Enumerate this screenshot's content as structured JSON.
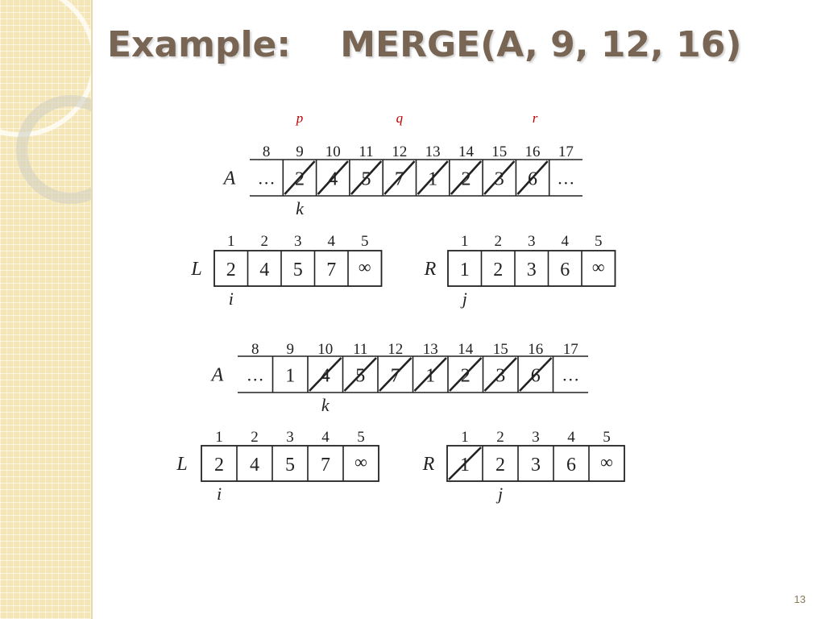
{
  "slide": {
    "title": "Example:    MERGE(A, 9, 12, 16)",
    "number": "13"
  },
  "pointers": {
    "p": "p",
    "q": "q",
    "r": "r"
  },
  "ellipsis": "…",
  "panels": [
    {
      "id": "step-1",
      "A": {
        "label": "A",
        "indices": [
          "8",
          "9",
          "10",
          "11",
          "12",
          "13",
          "14",
          "15",
          "16",
          "17"
        ],
        "values": [
          "2",
          "4",
          "5",
          "7",
          "1",
          "2",
          "3",
          "6"
        ],
        "crossed": [
          true,
          true,
          true,
          true,
          true,
          true,
          true,
          true
        ],
        "k": {
          "label": "k",
          "cell": 0
        }
      },
      "L": {
        "label": "L",
        "indices": [
          "1",
          "2",
          "3",
          "4",
          "5"
        ],
        "values": [
          "2",
          "4",
          "5",
          "7",
          "∞"
        ],
        "crossed": [
          false,
          false,
          false,
          false,
          false
        ],
        "pointer": {
          "label": "i",
          "cell": 0
        }
      },
      "R": {
        "label": "R",
        "indices": [
          "1",
          "2",
          "3",
          "4",
          "5"
        ],
        "values": [
          "1",
          "2",
          "3",
          "6",
          "∞"
        ],
        "crossed": [
          false,
          false,
          false,
          false,
          false
        ],
        "pointer": {
          "label": "j",
          "cell": 0
        }
      }
    },
    {
      "id": "step-2",
      "A": {
        "label": "A",
        "indices": [
          "8",
          "9",
          "10",
          "11",
          "12",
          "13",
          "14",
          "15",
          "16",
          "17"
        ],
        "values": [
          "1",
          "4",
          "5",
          "7",
          "1",
          "2",
          "3",
          "6"
        ],
        "crossed": [
          false,
          true,
          true,
          true,
          true,
          true,
          true,
          true
        ],
        "k": {
          "label": "k",
          "cell": 1
        }
      },
      "L": {
        "label": "L",
        "indices": [
          "1",
          "2",
          "3",
          "4",
          "5"
        ],
        "values": [
          "2",
          "4",
          "5",
          "7",
          "∞"
        ],
        "crossed": [
          false,
          false,
          false,
          false,
          false
        ],
        "pointer": {
          "label": "i",
          "cell": 0
        }
      },
      "R": {
        "label": "R",
        "indices": [
          "1",
          "2",
          "3",
          "4",
          "5"
        ],
        "values": [
          "1",
          "2",
          "3",
          "6",
          "∞"
        ],
        "crossed": [
          true,
          false,
          false,
          false,
          false
        ],
        "pointer": {
          "label": "j",
          "cell": 1
        }
      }
    }
  ],
  "colors": {
    "title": "#786554",
    "pointer_red": "#c00000",
    "ink": "#222222",
    "side_panel": "#f5e6b8"
  }
}
